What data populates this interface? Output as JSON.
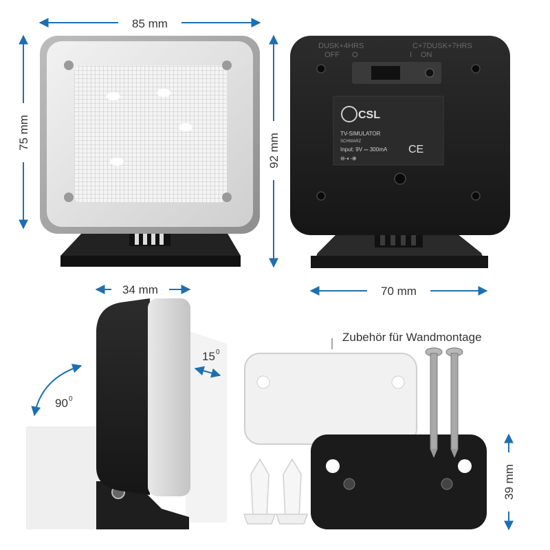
{
  "dimensions": {
    "width_front": "85 mm",
    "height_front": "75 mm",
    "height_back": "92 mm",
    "width_back": "70 mm",
    "depth_side": "34 mm",
    "bracket_height": "39 mm",
    "tilt_angle": "15",
    "rotation_angle": "90",
    "degree_mark": "0"
  },
  "accessories_label": "Zubehör für Wandmontage",
  "device_label": {
    "brand": "CSL",
    "model": "TV-SIMULATOR",
    "color": "SCHWARZ",
    "input": "Input: 9V ⎓ 300mA",
    "ce": "CE",
    "polarity": "⊖-◐-⊕"
  },
  "switch_labels": {
    "left_top": "DUSK+4HRS",
    "right_top": "C+7DUSK+7HRS",
    "left_bottom": "OFF",
    "left_symbol": "O",
    "right_symbol": "I",
    "right_bottom": "ON"
  },
  "colors": {
    "accent": "#1f6fae",
    "device_dark": "#1e1e1e",
    "diffuser": "#d9d9d9"
  }
}
